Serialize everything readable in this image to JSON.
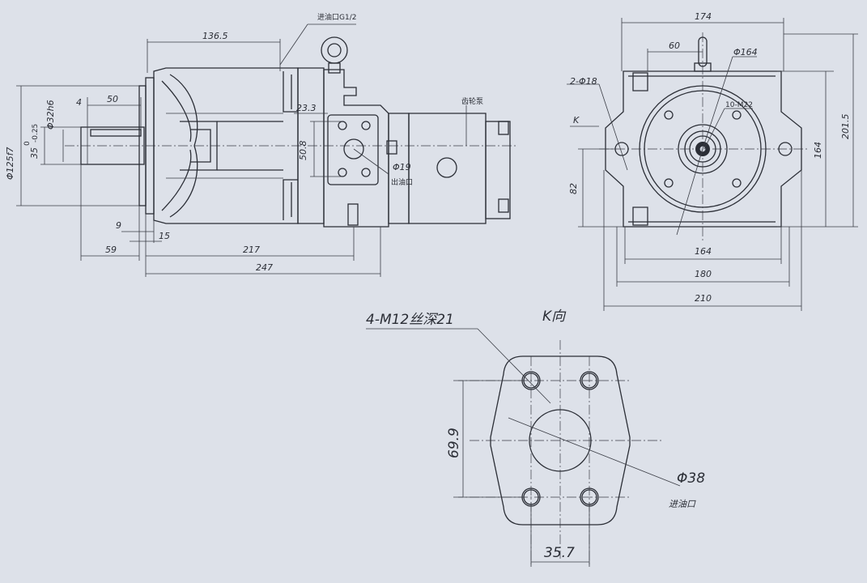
{
  "side_view": {
    "dims": {
      "length_136_5": "136.5",
      "inlet_thread": "进油口G1/2",
      "shaft_32h6": "Φ32h6",
      "flange_125f7": "Φ125f7",
      "key_35": "35",
      "key_35_tol_top": "0",
      "key_35_tol_bottom": "-0.25",
      "dim_4": "4",
      "dim_50": "50",
      "dim_23_3": "23.3",
      "dim_50_8": "50.8",
      "gear_pump": "齿轮泵",
      "dim_phi19": "Φ19",
      "outlet": "出油口",
      "dim_9": "9",
      "dim_15": "15",
      "dim_59": "59",
      "dim_217": "217",
      "dim_247": "247"
    }
  },
  "front_view": {
    "dims": {
      "dim_174": "174",
      "dim_60": "60",
      "dim_phi164": "Φ164",
      "holes_2_18": "2-Φ18",
      "holes_10": "10-M22",
      "k_arrow": "K",
      "dim_164_v": "164",
      "dim_201_5": "201.5",
      "dim_82": "82",
      "dim_164_h": "164",
      "dim_180": "180",
      "dim_210": "210"
    }
  },
  "k_view": {
    "title": "K向",
    "thread": "4-M12丝深21",
    "dim_69_9": "69.9",
    "dim_phi38": "Φ38",
    "inlet": "进油口",
    "dim_35_7": "35.7"
  }
}
